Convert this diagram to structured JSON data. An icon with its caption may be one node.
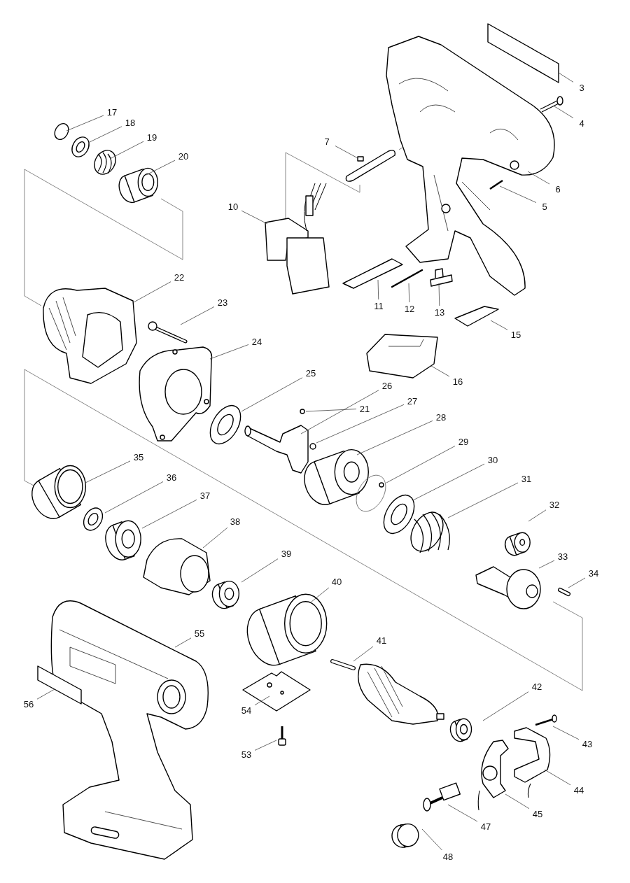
{
  "diagram": {
    "nodes": [
      {
        "text": [
          "3"
        ]
      },
      {
        "text": [
          "4"
        ]
      },
      {
        "text": [
          "5"
        ]
      },
      {
        "text": [
          "6"
        ]
      },
      {
        "text": [
          "7"
        ]
      },
      {
        "text": [
          "10"
        ]
      },
      {
        "text": [
          "11"
        ]
      },
      {
        "text": [
          "12"
        ]
      },
      {
        "text": [
          "13"
        ]
      },
      {
        "text": [
          "15"
        ]
      },
      {
        "text": [
          "16"
        ]
      },
      {
        "text": [
          "17"
        ]
      },
      {
        "text": [
          "18"
        ]
      },
      {
        "text": [
          "19"
        ]
      },
      {
        "text": [
          "20"
        ]
      },
      {
        "text": [
          "21"
        ]
      },
      {
        "text": [
          "22"
        ]
      },
      {
        "text": [
          "23"
        ]
      },
      {
        "text": [
          "24"
        ]
      },
      {
        "text": [
          "25"
        ]
      },
      {
        "text": [
          "26"
        ]
      },
      {
        "text": [
          "27"
        ]
      },
      {
        "text": [
          "28"
        ]
      },
      {
        "text": [
          "29"
        ]
      },
      {
        "text": [
          "30"
        ]
      },
      {
        "text": [
          "31"
        ]
      },
      {
        "text": [
          "32"
        ]
      },
      {
        "text": [
          "33"
        ]
      },
      {
        "text": [
          "34"
        ]
      },
      {
        "text": [
          "35"
        ]
      },
      {
        "text": [
          "36"
        ]
      },
      {
        "text": [
          "37"
        ]
      },
      {
        "text": [
          "38"
        ]
      },
      {
        "text": [
          "39"
        ]
      },
      {
        "text": [
          "40"
        ]
      },
      {
        "text": [
          "41"
        ]
      },
      {
        "text": [
          "42"
        ]
      },
      {
        "text": [
          "43"
        ]
      },
      {
        "text": [
          "44"
        ]
      },
      {
        "text": [
          "45"
        ]
      },
      {
        "text": [
          "47"
        ]
      },
      {
        "text": [
          "48"
        ]
      },
      {
        "text": [
          "53"
        ]
      },
      {
        "text": [
          "54"
        ]
      },
      {
        "text": [
          "55"
        ]
      },
      {
        "text": [
          "56"
        ]
      }
    ],
    "edges": [
      {
        "from": 0,
        "to": null,
        "arrow": "none"
      },
      {
        "from": 1,
        "to": null,
        "arrow": "none"
      },
      {
        "from": 2,
        "to": null,
        "arrow": "none"
      },
      {
        "from": 3,
        "to": null,
        "arrow": "none"
      },
      {
        "from": 4,
        "to": null,
        "arrow": "none"
      },
      {
        "from": 5,
        "to": null,
        "arrow": "none"
      },
      {
        "from": 6,
        "to": null,
        "arrow": "none"
      },
      {
        "from": 7,
        "to": null,
        "arrow": "none"
      },
      {
        "from": 8,
        "to": null,
        "arrow": "none"
      },
      {
        "from": 9,
        "to": null,
        "arrow": "none"
      },
      {
        "from": 10,
        "to": null,
        "arrow": "none"
      },
      {
        "from": 11,
        "to": null,
        "arrow": "none"
      },
      {
        "from": 12,
        "to": null,
        "arrow": "none"
      },
      {
        "from": 13,
        "to": null,
        "arrow": "none"
      },
      {
        "from": 14,
        "to": null,
        "arrow": "none"
      },
      {
        "from": 15,
        "to": null,
        "arrow": "none"
      },
      {
        "from": 16,
        "to": null,
        "arrow": "none"
      },
      {
        "from": 17,
        "to": null,
        "arrow": "none"
      },
      {
        "from": 18,
        "to": null,
        "arrow": "none"
      },
      {
        "from": 19,
        "to": null,
        "arrow": "none"
      },
      {
        "from": 20,
        "to": null,
        "arrow": "none"
      },
      {
        "from": 21,
        "to": null,
        "arrow": "none"
      },
      {
        "from": 22,
        "to": null,
        "arrow": "none"
      },
      {
        "from": 23,
        "to": null,
        "arrow": "none"
      },
      {
        "from": 24,
        "to": null,
        "arrow": "none"
      },
      {
        "from": 25,
        "to": null,
        "arrow": "none"
      },
      {
        "from": 26,
        "to": null,
        "arrow": "none"
      },
      {
        "from": 27,
        "to": null,
        "arrow": "none"
      },
      {
        "from": 28,
        "to": null,
        "arrow": "none"
      },
      {
        "from": 29,
        "to": null,
        "arrow": "none"
      },
      {
        "from": 30,
        "to": null,
        "arrow": "none"
      },
      {
        "from": 31,
        "to": null,
        "arrow": "none"
      },
      {
        "from": 32,
        "to": null,
        "arrow": "none"
      },
      {
        "from": 33,
        "to": null,
        "arrow": "none"
      },
      {
        "from": 34,
        "to": null,
        "arrow": "none"
      },
      {
        "from": 35,
        "to": null,
        "arrow": "none"
      },
      {
        "from": 36,
        "to": null,
        "arrow": "none"
      },
      {
        "from": 37,
        "to": null,
        "arrow": "none"
      },
      {
        "from": 38,
        "to": null,
        "arrow": "none"
      },
      {
        "from": 39,
        "to": null,
        "arrow": "none"
      },
      {
        "from": 40,
        "to": null,
        "arrow": "none"
      },
      {
        "from": 41,
        "to": null,
        "arrow": "none"
      },
      {
        "from": 42,
        "to": null,
        "arrow": "none"
      },
      {
        "from": 43,
        "to": null,
        "arrow": "none"
      },
      {
        "from": 44,
        "to": null,
        "arrow": "none"
      },
      {
        "from": 45,
        "to": null,
        "arrow": "none"
      }
    ]
  }
}
